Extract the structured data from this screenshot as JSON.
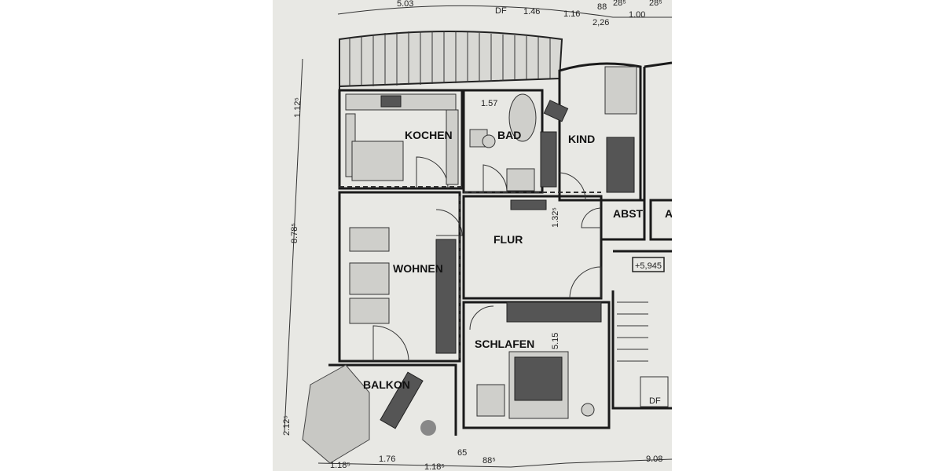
{
  "rooms": {
    "kitchen": "KOCHEN",
    "bath": "BAD",
    "child": "KIND",
    "hall": "FLUR",
    "living": "WOHNEN",
    "bedroom": "SCHLAFEN",
    "balcony": "BALKON",
    "storage": "ABST",
    "storage2": "A"
  },
  "level_marker": "+5,945",
  "dimensions": {
    "top": [
      "5.03",
      "DF",
      "1.46",
      "1.16",
      "88",
      "2,26",
      "28⁵",
      "1.00",
      "28⁵"
    ],
    "left": [
      "1.12⁵",
      "8.78⁵",
      "2.12⁵"
    ],
    "bottom": [
      "1.18⁵",
      "1.76",
      "1.18⁵",
      "65",
      "88⁵",
      "9.08"
    ],
    "interior": [
      "1.32⁵",
      "5.15",
      "1.57"
    ]
  },
  "stair_label": "DF"
}
